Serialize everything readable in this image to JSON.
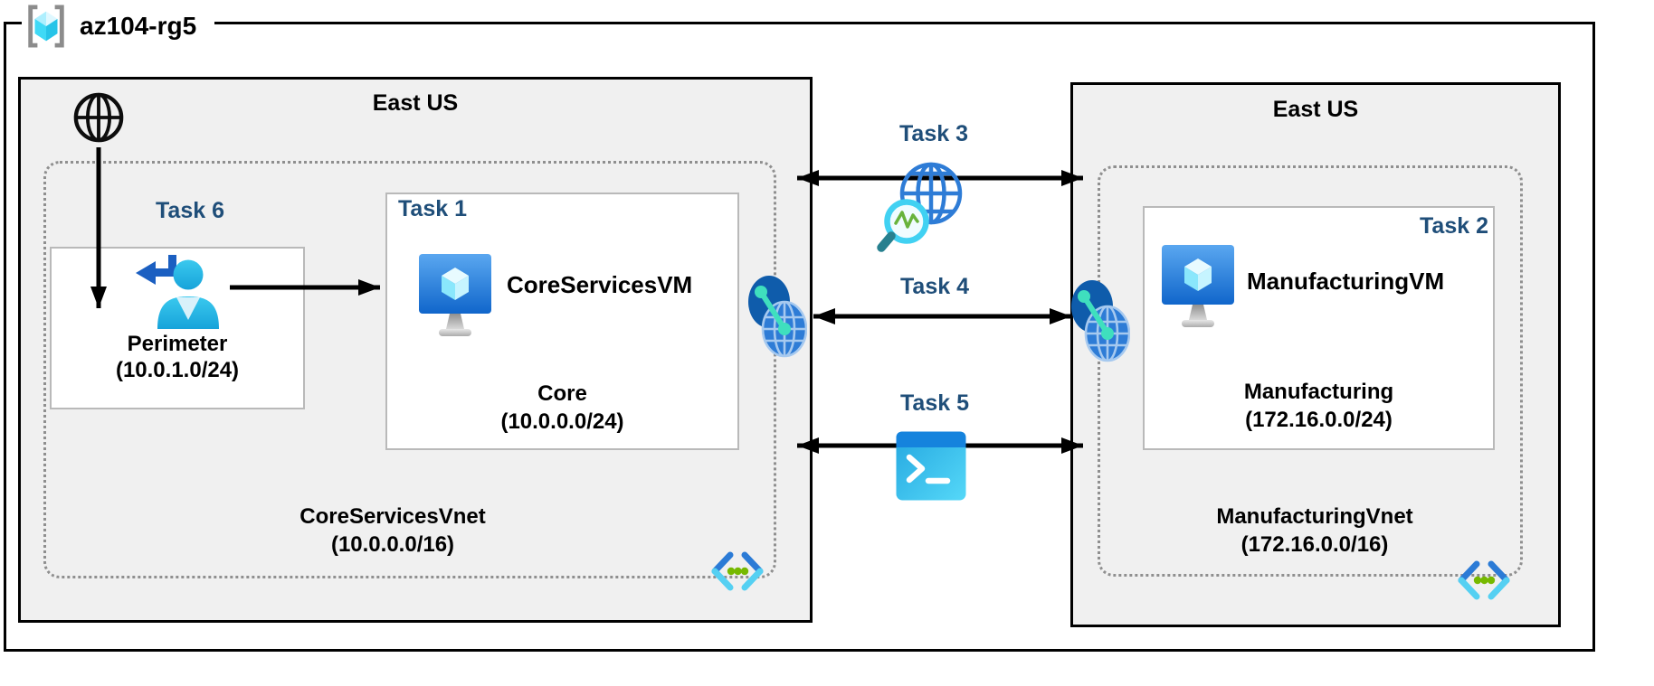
{
  "resource_group": {
    "label": "az104-rg5"
  },
  "regions": {
    "left": {
      "title": "East US",
      "task6_label": "Task 6",
      "perimeter_subnet": {
        "name": "Perimeter",
        "cidr": "(10.0.1.0/24)"
      },
      "task1": {
        "label": "Task 1",
        "vm_name": "CoreServicesVM",
        "subnet_name": "Core",
        "subnet_cidr": "(10.0.0.0/24)"
      },
      "vnet_name": "CoreServicesVnet",
      "vnet_cidr": "(10.0.0.0/16)"
    },
    "right": {
      "title": "East US",
      "task2": {
        "label": "Task 2",
        "vm_name": "ManufacturingVM",
        "subnet_name": "Manufacturing",
        "subnet_cidr": "(172.16.0.0/24)"
      },
      "vnet_name": "ManufacturingVnet",
      "vnet_cidr": "(172.16.0.0/16)"
    }
  },
  "connectors": {
    "task3": {
      "label": "Task 3",
      "icon": "network-watcher-icon"
    },
    "task4": {
      "label": "Task 4",
      "icon": "vnet-peering-icon"
    },
    "task5": {
      "label": "Task 5",
      "icon": "cloud-shell-icon"
    }
  },
  "icons": {
    "resource-group-icon": "cyan cube between gray brackets",
    "internet-icon": "black outline globe",
    "user-signin-icon": "cyan person with blue return arrow",
    "virtual-machine-icon": "blue monitor with cyan cube and gray stand",
    "network-watcher-icon": "blue wireframe globe with cyan magnifier and green pulse",
    "vnet-peering-icon": "dark and light blue globes linked by mint line",
    "cloud-shell-icon": "blue terminal window with white >_ prompt",
    "virtual-network-icon": "blue-cyan angle brackets with three green dots"
  },
  "colors": {
    "task_label": "#1F4E79",
    "region_fill": "#F0F0F0",
    "region_border": "#000000",
    "subnet_box_border": "#B9B9B9",
    "vnet_dotted_border": "#8F8F8F",
    "arrow": "#000000"
  }
}
